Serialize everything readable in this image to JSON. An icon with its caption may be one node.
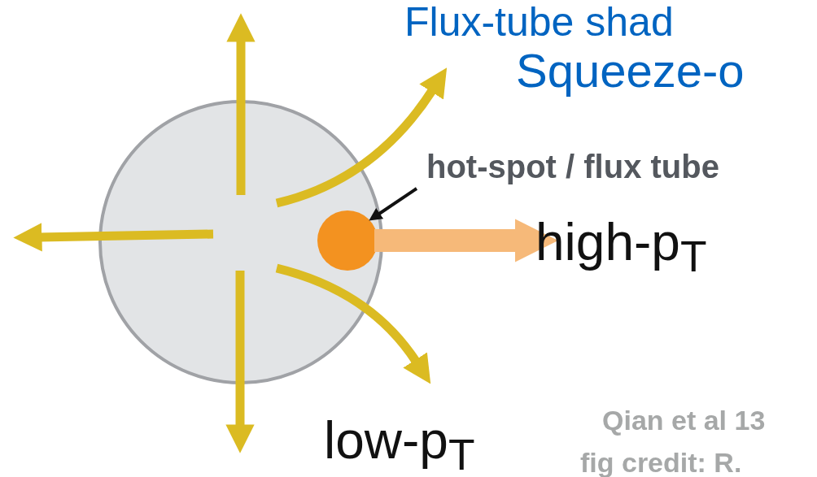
{
  "diagram": {
    "title": "Flux-tube shad",
    "nodes": [
      {
        "text": [],
        "shape": "circle"
      },
      {
        "text": [],
        "shape": "circle",
        "in": 0
      },
      {
        "text": [
          "hot-spot / flux tube"
        ]
      },
      {
        "text": [
          "high-p$_{T}$"
        ]
      }
    ],
    "edges": [
      {
        "from": 2,
        "to": 1,
        "arrow": "to"
      },
      {
        "from": 1,
        "to": 3,
        "arrow": "to",
        "style": "thick",
        "color": "#f6b979"
      }
    ],
    "labels": [
      "Squeeze-o",
      "low-p$_{T}$",
      "Qian et al 13",
      "fig credit: R."
    ]
  }
}
